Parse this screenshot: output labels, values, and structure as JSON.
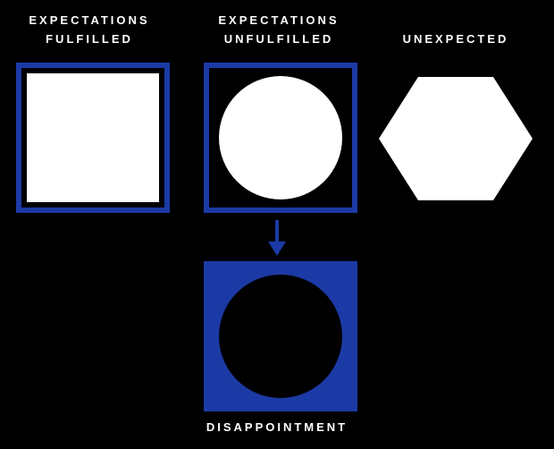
{
  "columns": [
    {
      "id": "fulfilled",
      "label_line1": "EXPECTATIONS",
      "label_line2": "FULFILLED"
    },
    {
      "id": "unfulfilled",
      "label_line1": "EXPECTATIONS",
      "label_line2": "UNFULFILLED"
    },
    {
      "id": "unexpected",
      "label_line1": "UNEXPECTED"
    }
  ],
  "result_label": "DISAPPOINTMENT",
  "icons": {
    "down_arrow": "down-arrow-icon"
  },
  "colors": {
    "background": "#000000",
    "accent_blue": "#1c3aa5",
    "shape_white": "#ffffff",
    "text": "#ffffff"
  }
}
